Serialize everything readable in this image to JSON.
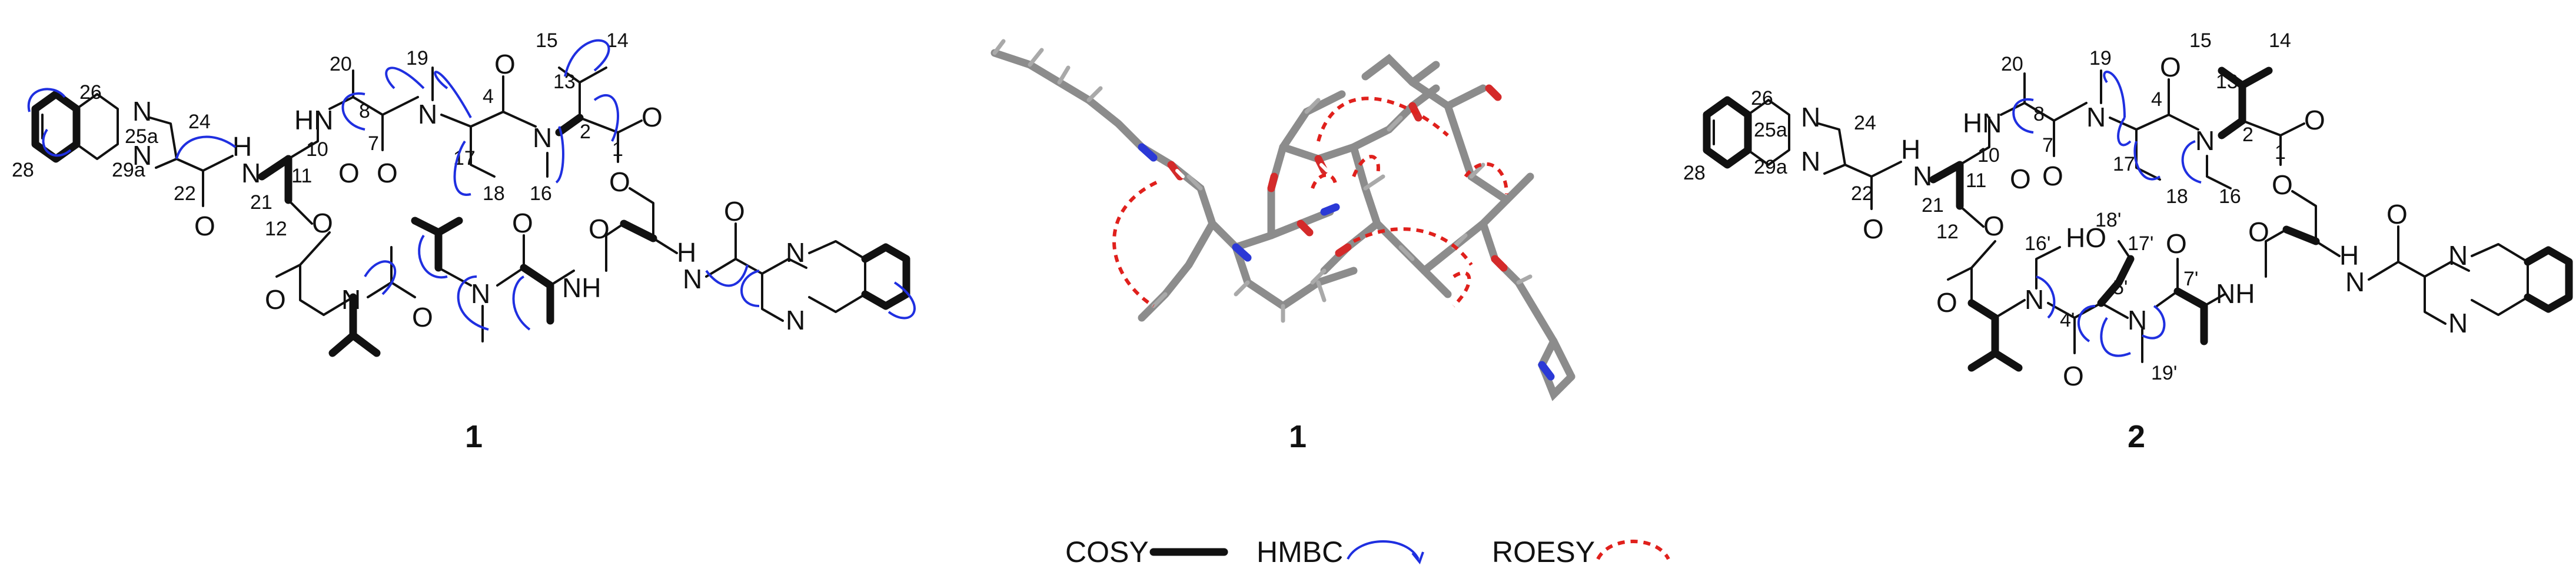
{
  "compound_labels": {
    "left": "1",
    "center": "1",
    "right": "2"
  },
  "legend": {
    "cosy": "COSY",
    "hmbc": "HMBC",
    "roesy": "ROESY"
  },
  "colors": {
    "bond": "#111111",
    "hmbc": "#1f2fe0",
    "roesy": "#e0201c",
    "stick": "#8c8c8c",
    "nitrogen": "#2b39d6",
    "oxygen": "#d42a2a"
  },
  "structure1": {
    "atoms": {
      "N": "N",
      "O": "O",
      "NH": "NH",
      "HN": "HN",
      "H": "H",
      "HO": "HO"
    },
    "numbers": {
      "n1": "1",
      "n2": "2",
      "n4": "4",
      "n7": "7",
      "n8": "8",
      "n10": "10",
      "n11": "11",
      "n12": "12",
      "n13": "13",
      "n14": "14",
      "n15": "15",
      "n16": "16",
      "n17": "17",
      "n18": "18",
      "n19": "19",
      "n20": "20",
      "n21": "21",
      "n22": "22",
      "n24": "24",
      "n25a": "25a",
      "n26": "26",
      "n28": "28",
      "n29a": "29a"
    }
  },
  "structure2": {
    "numbers": {
      "n1": "1",
      "n2": "2",
      "n4": "4",
      "n7": "7",
      "n8": "8",
      "n10": "10",
      "n11": "11",
      "n12": "12",
      "n13": "13",
      "n14": "14",
      "n15": "15",
      "n16": "16",
      "n17": "17",
      "n18": "18",
      "n19": "19",
      "n20": "20",
      "n21": "21",
      "n22": "22",
      "n24": "24",
      "n25a": "25a",
      "n26": "26",
      "n28": "28",
      "n29a": "29a",
      "n4p": "4'",
      "n5p": "5'",
      "n7p": "7'",
      "n16p": "16'",
      "n17p": "17'",
      "n18p": "18'",
      "n19p": "19'"
    }
  }
}
